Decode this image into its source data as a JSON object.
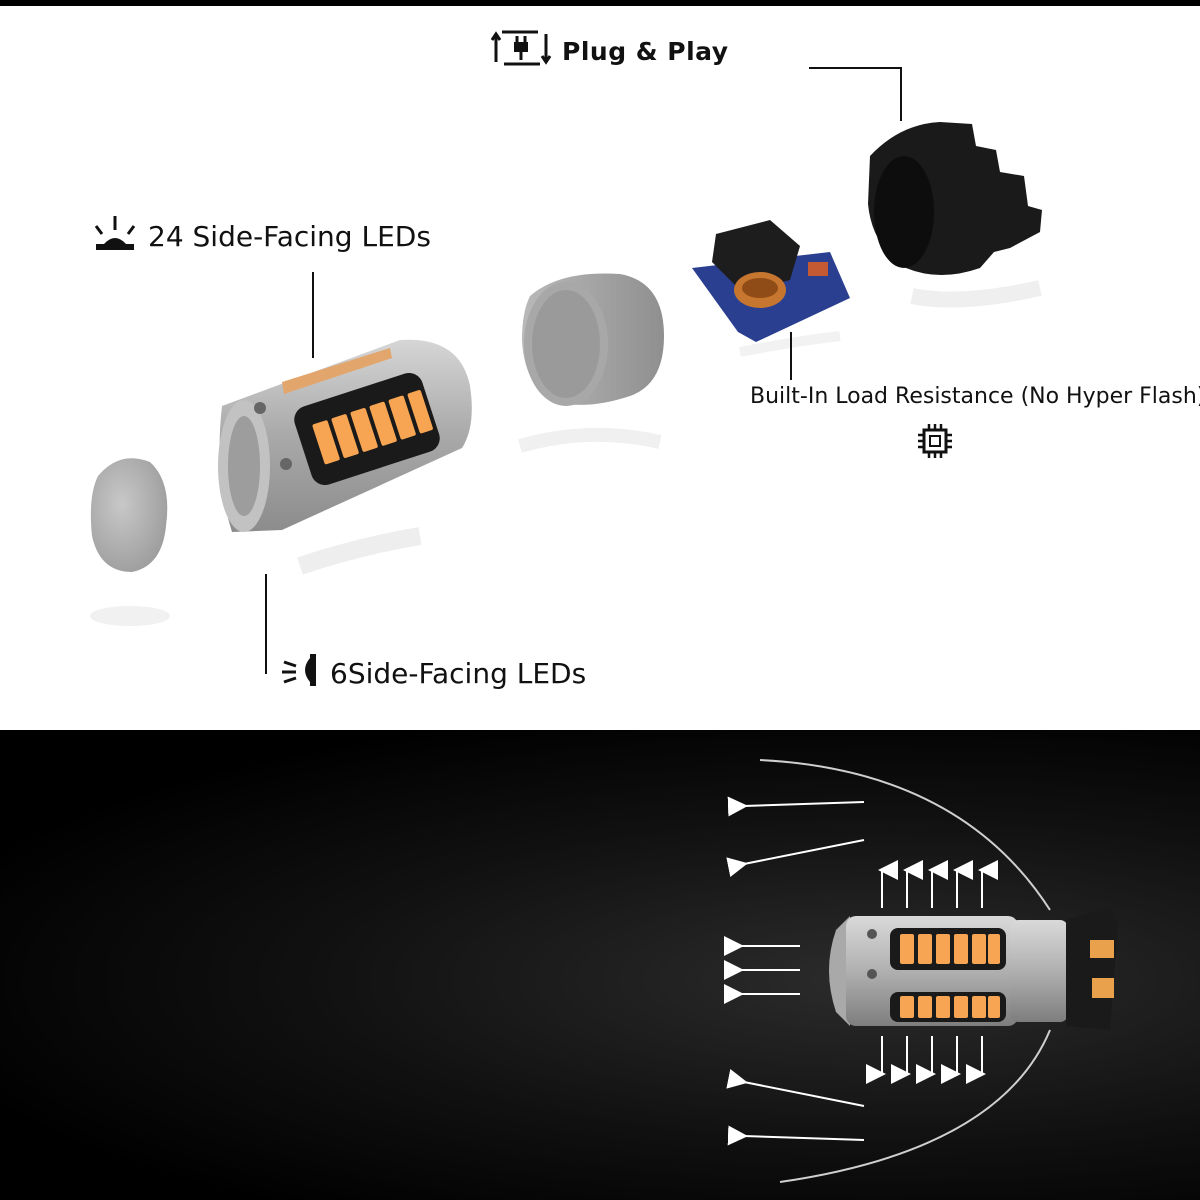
{
  "labels": {
    "plug_play": "Plug & Play",
    "side_leds_24": "24 Side-Facing LEDs",
    "side_leds_6": "6Side-Facing LEDs",
    "load_resistance": "Built-In Load Resistance (No Hyper Flash)"
  },
  "icons": {
    "plug_play": "plug-refresh-icon",
    "side_leds_24": "light-beam-icon",
    "side_leds_6": "side-light-icon",
    "load_resistance": "chip-icon"
  },
  "colors": {
    "led_amber": "#f7a552",
    "housing_silver": "#b4b4b4",
    "base_black": "#1a1a1a",
    "dark_background": "#000000",
    "arrow_white": "#ffffff"
  }
}
